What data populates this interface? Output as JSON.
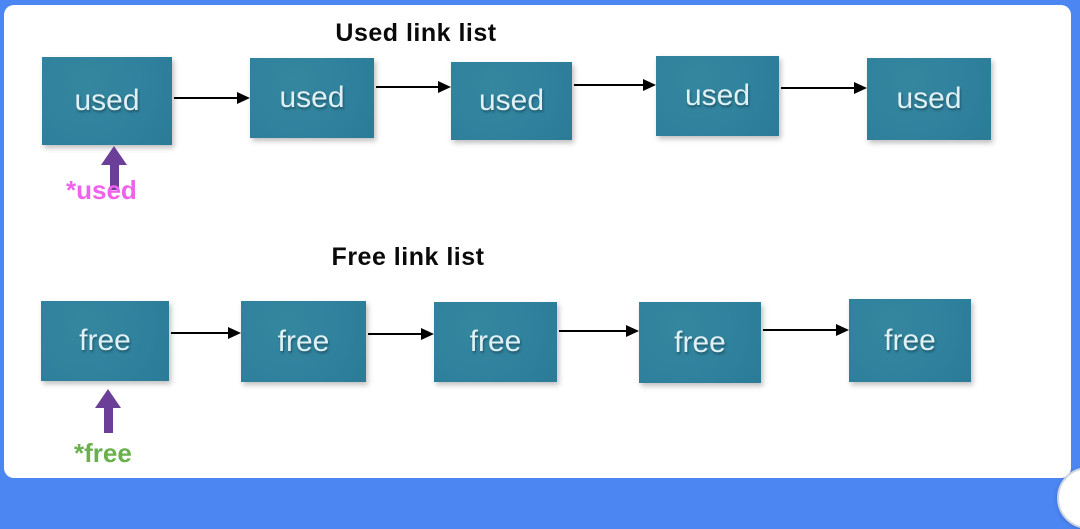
{
  "frame": {
    "border_color": "#4b86f3",
    "background": "#ffffff"
  },
  "diagram": {
    "used_list": {
      "title": "Used link list",
      "node_label": "used",
      "node_count": 5,
      "pointer_label": "*used",
      "pointer_label_color": "#ee63ea"
    },
    "free_list": {
      "title": "Free link list",
      "node_label": "free",
      "node_count": 5,
      "pointer_label": "*free",
      "pointer_label_color": "#6ab04c"
    },
    "colors": {
      "node_fill": "#2f819d",
      "node_text": "#dff1f4",
      "link_arrow": "#000000",
      "pointer_arrow": "#6b3e98",
      "title_text": "#0a0a0a"
    }
  }
}
